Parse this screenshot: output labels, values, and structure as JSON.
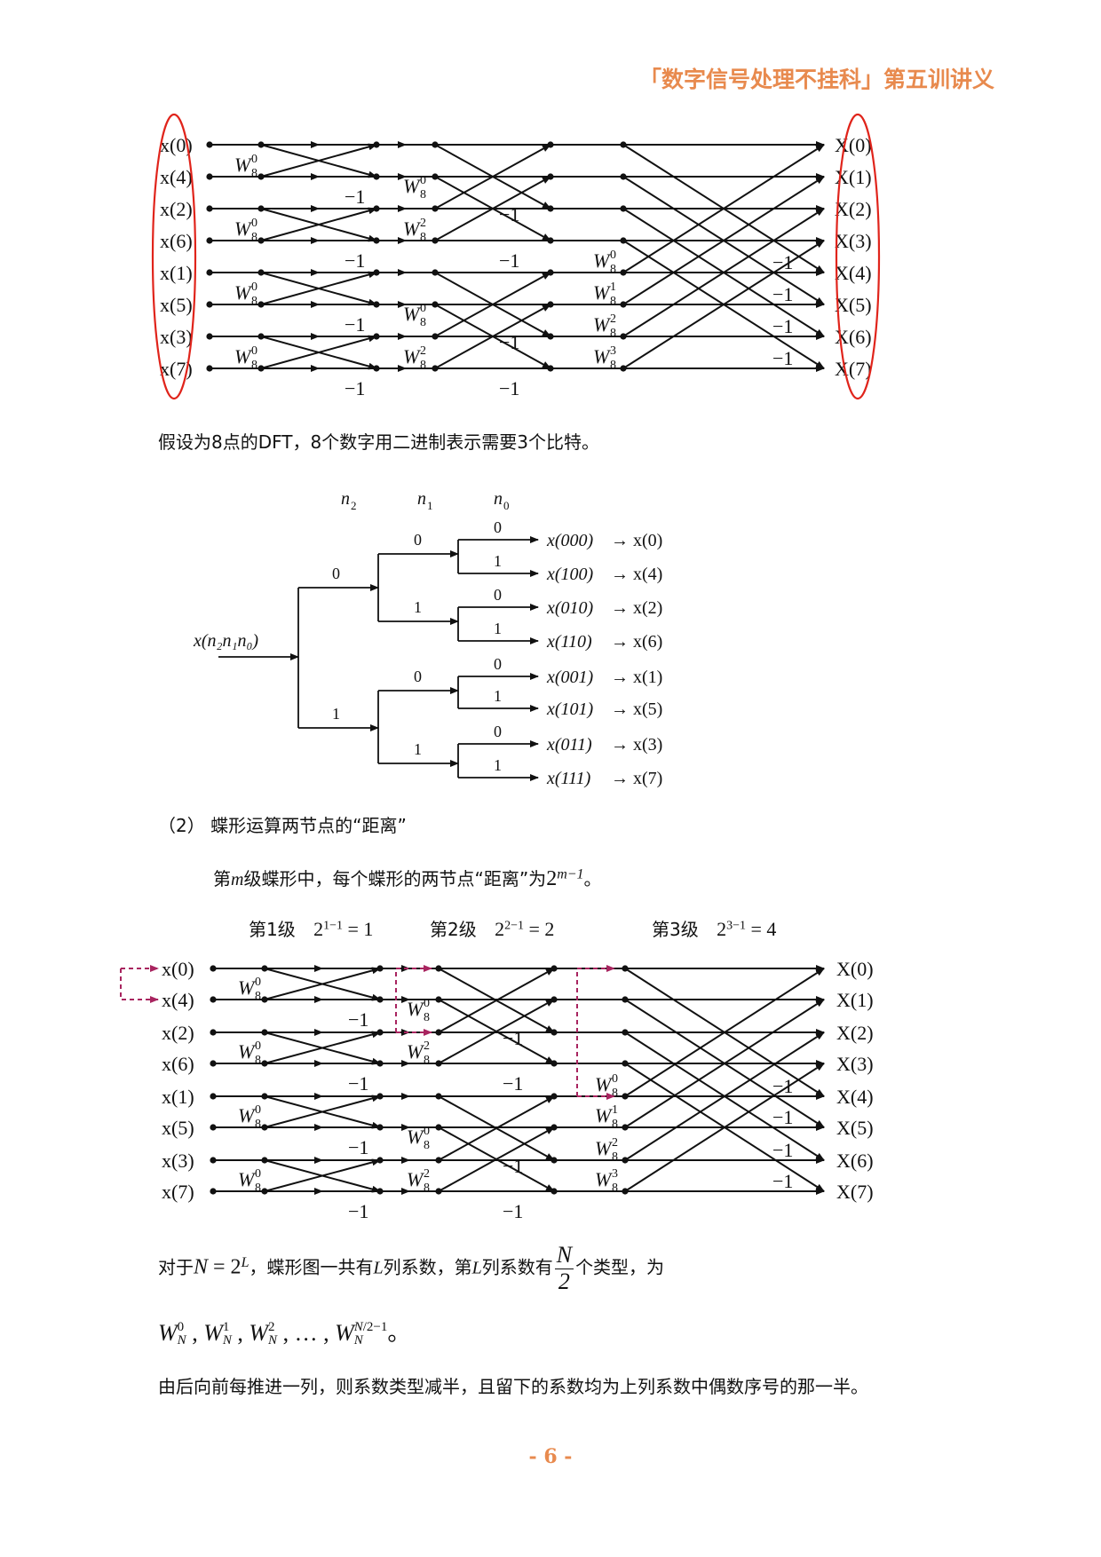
{
  "header": {
    "title": "「数字信号处理不挂科」第五训讲义"
  },
  "figure1": {
    "inputs": [
      "x(0)",
      "x(4)",
      "x(2)",
      "x(6)",
      "x(1)",
      "x(5)",
      "x(3)",
      "x(7)"
    ],
    "outputs": [
      "X(0)",
      "X(1)",
      "X(2)",
      "X(3)",
      "X(4)",
      "X(5)",
      "X(6)",
      "X(7)"
    ],
    "minus_one": "−1"
  },
  "text1": "假设为8点的DFT，8个数字用二进制表示需要3个比特。",
  "tree": {
    "root": "x(n₂n₁n₀)",
    "level_labels": [
      "n",
      "n",
      "n"
    ],
    "level_subscripts": [
      "2",
      "1",
      "0"
    ],
    "leaves": [
      {
        "bin": "x(000)",
        "dec": "→ x(0)"
      },
      {
        "bin": "x(100)",
        "dec": "→ x(4)"
      },
      {
        "bin": "x(010)",
        "dec": "→ x(2)"
      },
      {
        "bin": "x(110)",
        "dec": "→ x(6)"
      },
      {
        "bin": "x(001)",
        "dec": "→ x(1)"
      },
      {
        "bin": "x(101)",
        "dec": "→ x(5)"
      },
      {
        "bin": "x(011)",
        "dec": "→ x(3)"
      },
      {
        "bin": "x(111)",
        "dec": "→ x(7)"
      }
    ],
    "bit0": "0",
    "bit1": "1"
  },
  "section2": {
    "heading": "（2）  蝶形运算两节点的“距离”",
    "line_pre": "第",
    "line_var": "m",
    "line_mid": "级蝶形中，每个蝶形的两节点“距离”为",
    "line_base": "2",
    "line_exp": "m−1",
    "line_post": "。"
  },
  "stages": [
    {
      "label": "第1级",
      "expr": "2",
      "exp": "1−1",
      "result": " = 1"
    },
    {
      "label": "第2级",
      "expr": "2",
      "exp": "2−1",
      "result": " = 2"
    },
    {
      "label": "第3级",
      "expr": "2",
      "exp": "3−1",
      "result": " = 4"
    }
  ],
  "para3": {
    "pre": "对于",
    "N": "N",
    "eq": " = 2",
    "L": "L",
    "mid1": "，蝶形图一共有",
    "L2": "L",
    "mid2": "列系数，第",
    "L3": "L",
    "mid3": "列系数有",
    "frac_num": "N",
    "frac_den": "2",
    "post": "个类型，为"
  },
  "para4": {
    "terms": [
      "0",
      "1",
      "2"
    ],
    "sep": " , ",
    "ellipsis": " , … , ",
    "end": "。"
  },
  "para5": "由后向前每推进一列，则系数类型减半，且留下的系数均为上列系数中偶数序号的那一半。",
  "footer": "- 6 -"
}
